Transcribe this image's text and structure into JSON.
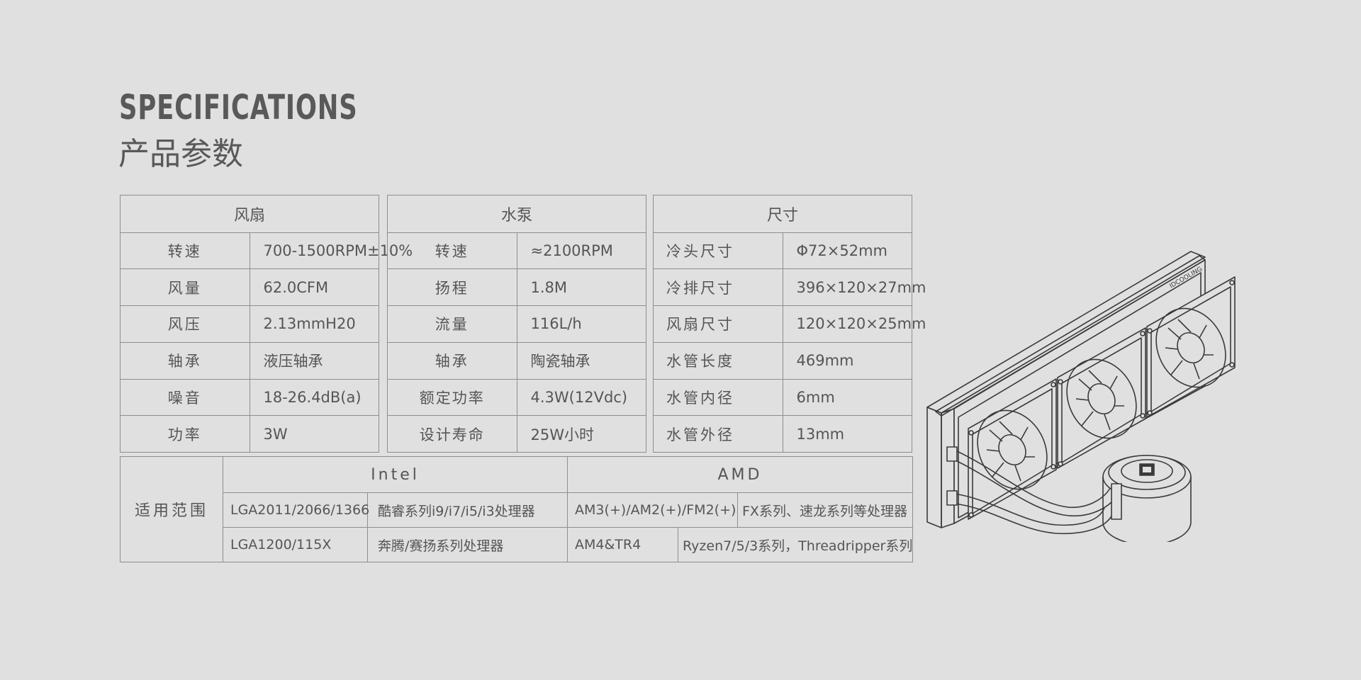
{
  "heading": {
    "en": "SPECIFICATIONS",
    "cn": "产品参数"
  },
  "fan": {
    "title": "风扇",
    "rows": [
      {
        "label": "转速",
        "value": "700-1500RPM±10%"
      },
      {
        "label": "风量",
        "value": "62.0CFM"
      },
      {
        "label": "风压",
        "value": "2.13mmH20"
      },
      {
        "label": "轴承",
        "value": "液压轴承"
      },
      {
        "label": "噪音",
        "value": "18-26.4dB(a)"
      },
      {
        "label": "功率",
        "value": "3W"
      }
    ]
  },
  "pump": {
    "title": "水泵",
    "rows": [
      {
        "label": "转速",
        "value": "≈2100RPM"
      },
      {
        "label": "扬程",
        "value": "1.8M"
      },
      {
        "label": "流量",
        "value": "116L/h"
      },
      {
        "label": "轴承",
        "value": "陶瓷轴承"
      },
      {
        "label": "额定功率",
        "value": "4.3W(12Vdc)"
      },
      {
        "label": "设计寿命",
        "value": "25W小时"
      }
    ]
  },
  "dimensions": {
    "title": "尺寸",
    "rows": [
      {
        "label": "冷头尺寸",
        "value": "Φ72×52mm"
      },
      {
        "label": "冷排尺寸",
        "value": "396×120×27mm"
      },
      {
        "label": "风扇尺寸",
        "value": "120×120×25mm"
      },
      {
        "label": "水管长度",
        "value": "469mm"
      },
      {
        "label": "水管内径",
        "value": "6mm"
      },
      {
        "label": "水管外径",
        "value": "13mm"
      }
    ]
  },
  "compatibility": {
    "label": "适用范围",
    "intel": {
      "name": "Intel",
      "rows": [
        {
          "socket": "LGA2011/2066/1366",
          "cpus": "酷睿系列i9/i7/i5/i3处理器"
        },
        {
          "socket": "LGA1200/115X",
          "cpus": "奔腾/赛扬系列处理器"
        }
      ]
    },
    "amd": {
      "name": "AMD",
      "rows": [
        {
          "socket": "AM3(+)/AM2(+)/FM2(+)",
          "cpus": "FX系列、速龙系列等处理器"
        },
        {
          "socket": "AM4&TR4",
          "cpus": "Ryzen7/5/3系列，Threadripper系列"
        }
      ]
    }
  },
  "product_image": {
    "description_icon": "aio-liquid-cooler-360-illustration",
    "brand_mark": "IDCOOLING"
  },
  "colors": {
    "background": "#e0e0e0",
    "text": "#555555",
    "border": "#8e8e8e",
    "line_art": "#3a3a3a"
  }
}
